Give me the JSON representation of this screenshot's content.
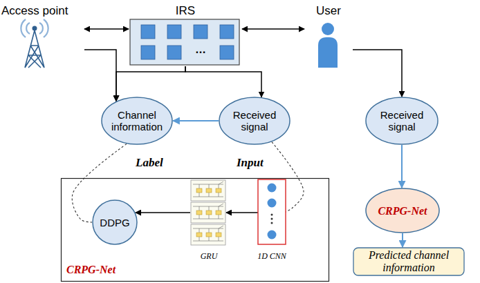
{
  "diagram": {
    "nodes": [
      {
        "text": [
          "Access point"
        ]
      },
      {
        "text": [
          "IRS",
          "…"
        ]
      },
      {
        "text": [
          "User"
        ]
      },
      {
        "text": [
          "Channel information"
        ]
      },
      {
        "text": [
          "Received signal"
        ]
      },
      {
        "text": [
          "Received signal"
        ]
      },
      {
        "text": [
          "CRPG-Net"
        ]
      },
      {
        "text": [
          "DDPG"
        ],
        "in": 6
      },
      {
        "text": [
          "GRU"
        ],
        "in": 6
      },
      {
        "text": [
          "1D CNN"
        ],
        "in": 6
      },
      {
        "text": [
          "CRPG-Net"
        ]
      },
      {
        "text": [
          "Predicted channel information"
        ]
      }
    ],
    "edges": [
      {
        "from": 0,
        "to": 1,
        "arrow": "both"
      },
      {
        "from": 1,
        "to": 2,
        "arrow": "both"
      },
      {
        "from": 0,
        "to": 3,
        "arrow": "to"
      },
      {
        "from": 1,
        "to": 3,
        "arrow": "to"
      },
      {
        "from": 1,
        "to": 4,
        "arrow": "to"
      },
      {
        "from": 4,
        "to": 3,
        "arrow": "to"
      },
      {
        "from": 2,
        "to": 5,
        "arrow": "to"
      },
      {
        "from": 5,
        "to": 10,
        "arrow": "to"
      },
      {
        "from": 10,
        "to": 11,
        "arrow": "to"
      },
      {
        "from": 9,
        "to": 8,
        "arrow": "to"
      },
      {
        "from": 8,
        "to": 7,
        "arrow": "to"
      },
      {
        "from": 3,
        "to": 7,
        "label": "Label",
        "arrow": "none"
      },
      {
        "from": 4,
        "to": 9,
        "label": "Input",
        "arrow": "none"
      }
    ]
  }
}
